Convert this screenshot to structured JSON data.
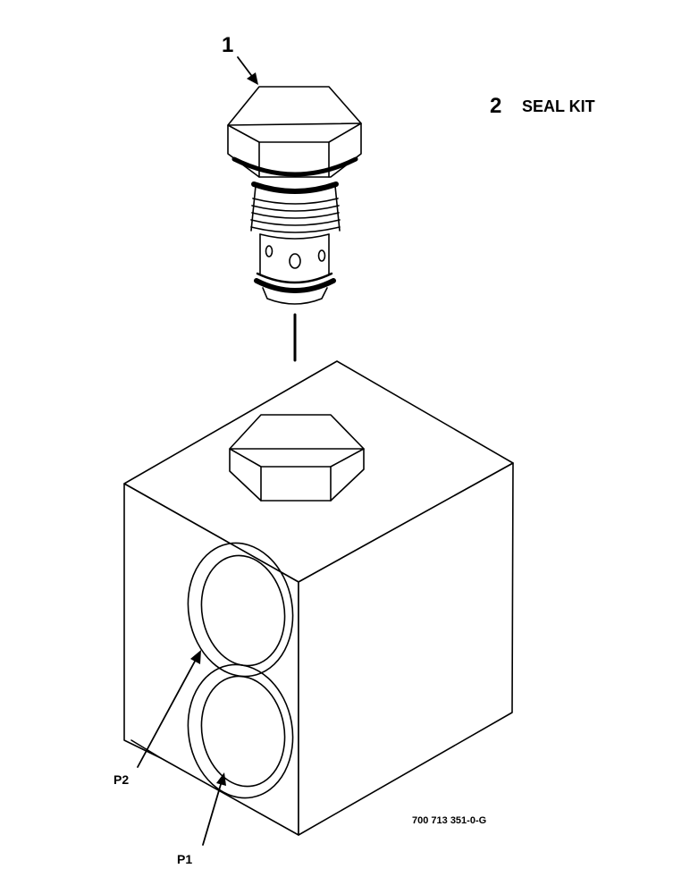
{
  "callouts": {
    "item1": "1",
    "item2_number": "2",
    "item2_text": "SEAL KIT",
    "port_p2": "P2",
    "port_p1": "P1"
  },
  "drawing_number": "700 713 351-0-G",
  "colors": {
    "ink": "#000000",
    "paper": "#ffffff"
  }
}
